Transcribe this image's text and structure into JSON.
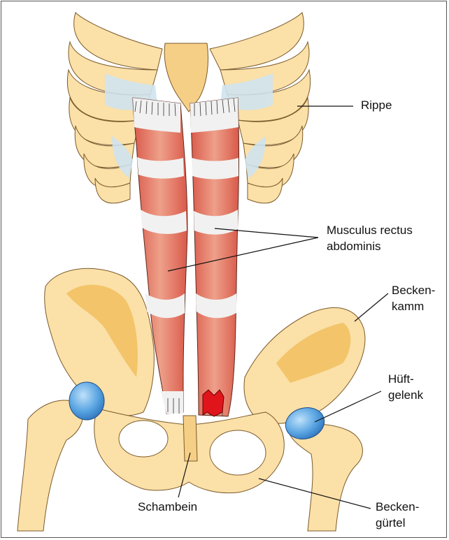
{
  "labels": {
    "rippe": "Rippe",
    "muscle_line1": "Musculus rectus",
    "muscle_line2": "abdominis",
    "beckenkamm_line1": "Becken-",
    "beckenkamm_line2": "kamm",
    "hueftgelenk_line1": "Hüft-",
    "hueftgelenk_line2": "gelenk",
    "schambein": "Schambein",
    "beckenguertel_line1": "Becken-",
    "beckenguertel_line2": "gürtel"
  },
  "colors": {
    "bone": "#fbe0a8",
    "bone_shade": "#f3c469",
    "cartilage": "#cfe4f0",
    "muscle": "#e8836b",
    "muscle_dark": "#d9594a",
    "tendon": "#f1f1f1",
    "joint": "#3f8fd6",
    "injury": "#e0151b"
  }
}
